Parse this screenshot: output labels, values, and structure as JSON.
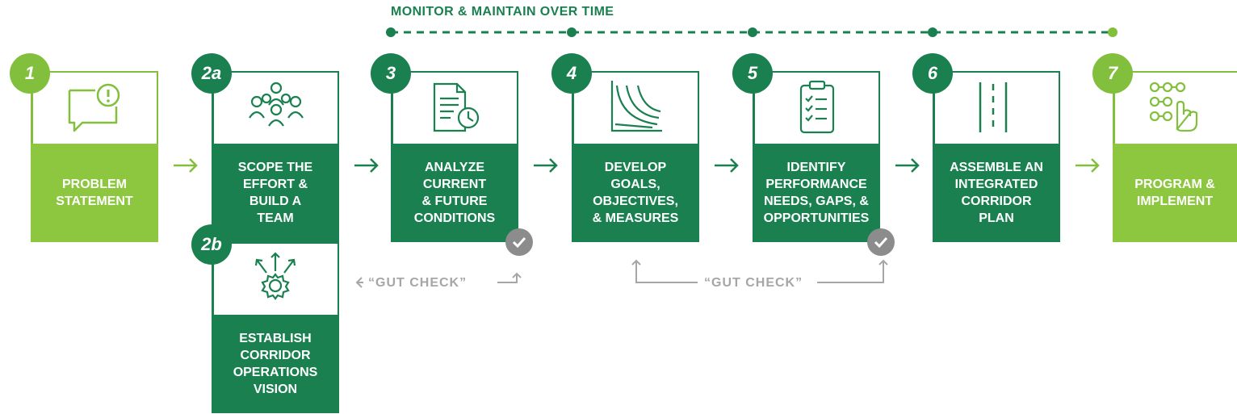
{
  "header": {
    "title": "MONITOR & MAINTAIN OVER TIME"
  },
  "steps": [
    {
      "number": "1",
      "label": "PROBLEM\nSTATEMENT",
      "icon": "alert-message-icon"
    },
    {
      "number": "2a",
      "label": "SCOPE THE\nEFFORT &\nBUILD A\nTEAM",
      "icon": "team-icon"
    },
    {
      "number": "2b",
      "label": "ESTABLISH\nCORRIDOR\nOPERATIONS\nVISION",
      "icon": "gear-arrows-icon"
    },
    {
      "number": "3",
      "label": "ANALYZE\nCURRENT\n& FUTURE\nCONDITIONS",
      "icon": "document-clock-icon"
    },
    {
      "number": "4",
      "label": "DEVELOP\nGOALS,\nOBJECTIVES,\n& MEASURES",
      "icon": "curves-chart-icon"
    },
    {
      "number": "5",
      "label": "IDENTIFY\nPERFORMANCE\nNEEDS, GAPS, &\nOPPORTUNITIES",
      "icon": "clipboard-checklist-icon"
    },
    {
      "number": "6",
      "label": "ASSEMBLE AN\nINTEGRATED\nCORRIDOR\nPLAN",
      "icon": "road-icon"
    },
    {
      "number": "7",
      "label": "PROGRAM &\nIMPLEMENT",
      "icon": "workflow-touch-icon"
    }
  ],
  "gut_checks": [
    "“GUT CHECK”",
    "“GUT CHECK”"
  ],
  "colors": {
    "dark_green": "#1a8050",
    "light_green": "#8dc63f",
    "gray": "#a6a6a6"
  }
}
